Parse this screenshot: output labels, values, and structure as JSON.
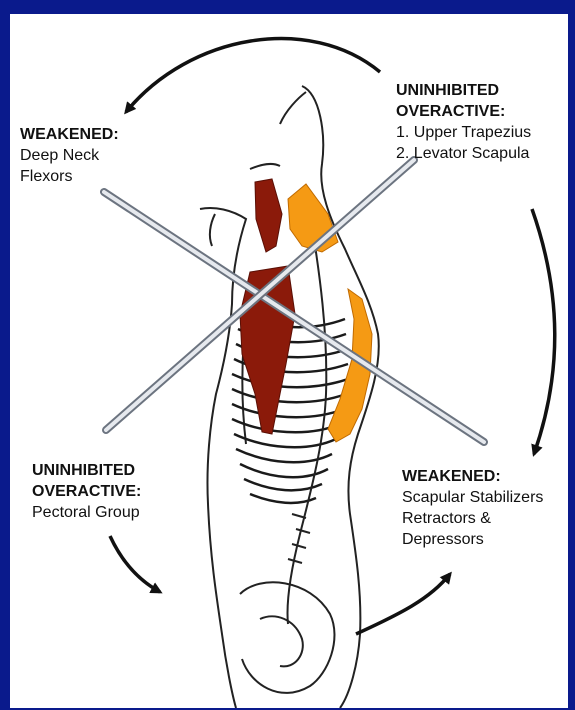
{
  "colors": {
    "background": "#0a1a8c",
    "panel": "#ffffff",
    "overactive_muscle": "#8b1a0a",
    "weakened_muscle": "#f59a14",
    "cross_bar": "#cfd4da"
  },
  "labels": {
    "deep_neck": {
      "heading": "WEAKENED:",
      "lines": [
        "Deep Neck",
        "Flexors"
      ]
    },
    "upper_trap": {
      "heading1": "UNINHIBITED",
      "heading2": "OVERACTIVE:",
      "lines": [
        "1. Upper Trapezius",
        "2. Levator Scapula"
      ]
    },
    "pectoral": {
      "heading1": "UNINHIBITED",
      "heading2": "OVERACTIVE:",
      "lines": [
        "Pectoral Group"
      ]
    },
    "scapular": {
      "heading": "WEAKENED:",
      "lines": [
        "Scapular Stabilizers",
        "Retractors &",
        "Depressors"
      ]
    }
  }
}
